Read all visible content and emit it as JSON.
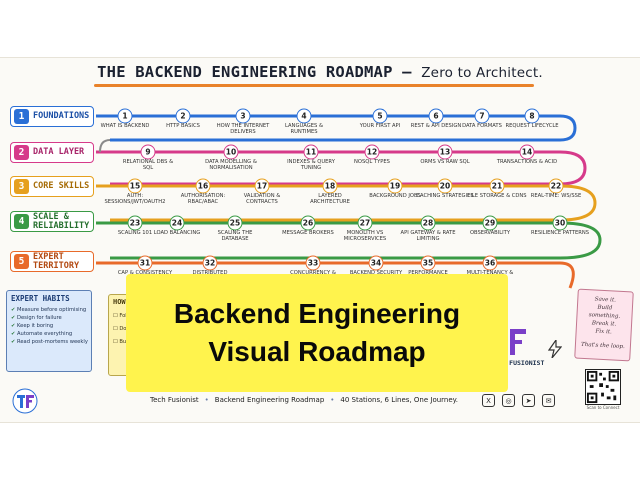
{
  "title": {
    "main": "THE BACKEND ENGINEERING ROADMAP",
    "dash": " — ",
    "subtitle": "Zero to Architect."
  },
  "lines": [
    {
      "num": "1",
      "label": "FOUNDATIONS",
      "color": "#2a6fd6"
    },
    {
      "num": "2",
      "label": "DATA LAYER",
      "color": "#d63a8a"
    },
    {
      "num": "3",
      "label": "CORE SKILLS",
      "color": "#e6a01e"
    },
    {
      "num": "4",
      "label": "SCALE & RELIABILITY",
      "color": "#3a9a45"
    },
    {
      "num": "5",
      "label": "EXPERT TERRITORY",
      "color": "#e86a2a"
    }
  ],
  "stations": [
    {
      "n": "1",
      "label": "WHAT IS BACKEND"
    },
    {
      "n": "2",
      "label": "HTTP BASICS"
    },
    {
      "n": "3",
      "label": "HOW THE INTERNET DELIVERS"
    },
    {
      "n": "4",
      "label": "LANGUAGES & RUNTIMES"
    },
    {
      "n": "5",
      "label": "YOUR FIRST API"
    },
    {
      "n": "6",
      "label": "REST & API DESIGN"
    },
    {
      "n": "7",
      "label": "DATA FORMATS"
    },
    {
      "n": "8",
      "label": "REQUEST LIFECYCLE"
    },
    {
      "n": "9",
      "label": "RELATIONAL DBs & SQL"
    },
    {
      "n": "10",
      "label": "DATA MODELLING & NORMALISATION"
    },
    {
      "n": "11",
      "label": "INDEXES & QUERY TUNING"
    },
    {
      "n": "12",
      "label": "NoSQL TYPES"
    },
    {
      "n": "13",
      "label": "ORMs vs RAW SQL"
    },
    {
      "n": "14",
      "label": "TRANSACTIONS & ACID"
    },
    {
      "n": "15",
      "label": "AUTH: SESSIONS/JWT/OAUTH2"
    },
    {
      "n": "16",
      "label": "AUTHORISATION: RBAC/ABAC"
    },
    {
      "n": "17",
      "label": "VALIDATION & CONTRACTS"
    },
    {
      "n": "18",
      "label": "LAYERED ARCHITECTURE"
    },
    {
      "n": "19",
      "label": "BACKGROUND JOBS"
    },
    {
      "n": "20",
      "label": "CACHING STRATEGIES"
    },
    {
      "n": "21",
      "label": "FILE STORAGE & CDNs"
    },
    {
      "n": "22",
      "label": "REAL-TIME: WS/SSE"
    },
    {
      "n": "23",
      "label": "SCALING 101"
    },
    {
      "n": "24",
      "label": "LOAD BALANCING"
    },
    {
      "n": "25",
      "label": "SCALING THE DATABASE"
    },
    {
      "n": "26",
      "label": "MESSAGE BROKERS"
    },
    {
      "n": "27",
      "label": "MONOLITH vs MICROSERVICES"
    },
    {
      "n": "28",
      "label": "API GATEWAY & RATE LIMITING"
    },
    {
      "n": "29",
      "label": "OBSERVABILITY"
    },
    {
      "n": "30",
      "label": "RESILIENCE PATTERNS"
    },
    {
      "n": "31",
      "label": "CAP & CONSISTENCY"
    },
    {
      "n": "32",
      "label": "DISTRIBUTED TRANSACTIONS & SAGAS"
    },
    {
      "n": "33",
      "label": "CONCURRENCY & LOCKING"
    },
    {
      "n": "34",
      "label": "BACKEND SECURITY"
    },
    {
      "n": "35",
      "label": "PERFORMANCE PROFILING"
    },
    {
      "n": "36",
      "label": "MULTI-TENANCY & SAAS"
    }
  ],
  "habits": {
    "title": "EXPERT HABITS",
    "items": [
      "Measure before optimising",
      "Design for failure",
      "Keep it boring",
      "Automate everything",
      "Read post-mortems weekly"
    ]
  },
  "how": {
    "title": "HOW T",
    "items": [
      "Foll",
      "Don't",
      "Build after every line"
    ]
  },
  "pink_note": {
    "lines": [
      "Save it.",
      "Build something.",
      "Break it.",
      "Fix it."
    ],
    "loop": "That's the loop."
  },
  "overlay": {
    "line1": "Backend Engineering",
    "line2": "Visual Roadmap"
  },
  "brand": {
    "name": "TECH FUSIONIST"
  },
  "footer": {
    "author": "Tech Fusionist",
    "name": "Backend Engineering Roadmap",
    "tagline": "40 Stations, 6 Lines, One Journey."
  },
  "qr_caption": "Scan to Connect",
  "social": [
    {
      "icon": "x-icon",
      "glyph": "X"
    },
    {
      "icon": "instagram-icon",
      "glyph": "◎"
    },
    {
      "icon": "telegram-icon",
      "glyph": "➤"
    },
    {
      "icon": "email-icon",
      "glyph": "✉"
    }
  ]
}
